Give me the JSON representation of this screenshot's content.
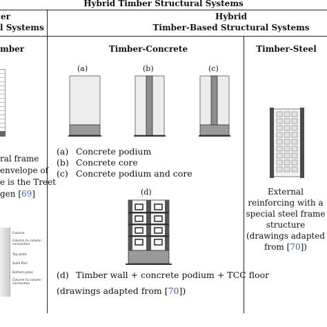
{
  "header": {
    "top_title": "Hybrid Timber Structural Systems",
    "left_line1": "er",
    "left_line2": "l Systems",
    "hybrid_word": "Hybrid",
    "hybrid_sub": "Timber-Based Structural Systems"
  },
  "columns": {
    "left": "mber",
    "middle": "Timber-Concrete",
    "right": "Timber-Steel"
  },
  "left_caption": [
    "ral frame",
    "envelope of",
    "e is the Treet",
    "gen [",
    "69",
    "]"
  ],
  "left_labels": [
    "Column",
    "Column to column connection",
    "Top plate",
    "Solid Part",
    "Bottom plate",
    "Column to column connection"
  ],
  "tc_labels": {
    "a": "(a)",
    "b": "(b)",
    "c": "(c)",
    "d": "(d)"
  },
  "tc_list": [
    {
      "key": "(a)",
      "text": "Concrete podium"
    },
    {
      "key": "(b)",
      "text": "Concrete core"
    },
    {
      "key": "(c)",
      "text": "Concrete podium and core"
    }
  ],
  "tc_d_caption": {
    "key": "(d)",
    "text": "Timber wall + concrete podium + TCC floor"
  },
  "tc_adapted": {
    "pre": "(drawings adapted from [",
    "ref": "70",
    "post": "])"
  },
  "ts_caption": {
    "line1": "External",
    "line2": "reinforcing with a",
    "line3": "special steel frame",
    "line4": "structure",
    "line5": "(drawings adapted",
    "line6_pre": "from [",
    "line6_ref": "70",
    "line6_post": "])"
  },
  "colors": {
    "wall": "#d6d6d6",
    "dark": "#555555",
    "edge": "#333333",
    "cite": "#3a5fa8"
  }
}
